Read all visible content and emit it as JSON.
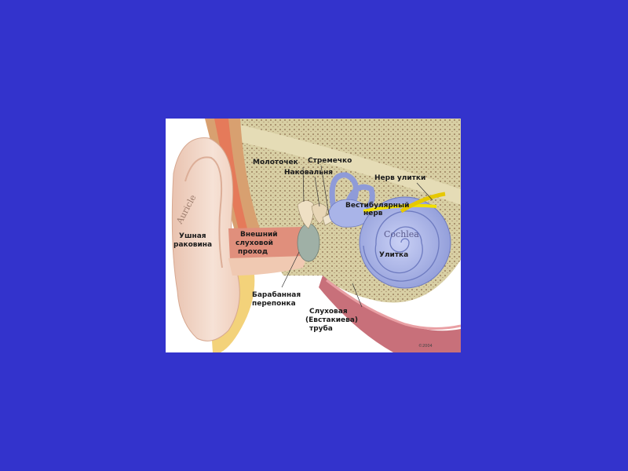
{
  "diagram": {
    "labels": {
      "malleus": "Молоточек",
      "stapes": "Стремечко",
      "incus": "Наковальня",
      "cochlear_nerve": "Нерв улитки",
      "vestibular_nerve_line1": "Вестибулярный",
      "vestibular_nerve_line2": "нерв",
      "auricle_ru_line1": "Ушная",
      "auricle_ru_line2": "раковина",
      "ear_canal_line1": "Внешний",
      "ear_canal_line2": "слуховой",
      "ear_canal_line3": "проход",
      "cochlea_ru": "Улитка",
      "eardrum_line1": "Барабанная",
      "eardrum_line2": "перепонка",
      "eustachian_line1": "Слуховая",
      "eustachian_line2": "(Евстакиева)",
      "eustachian_line3": "труба"
    },
    "latin": {
      "auricle": "Auricle",
      "cochlea": "Cochlea"
    },
    "signature": "©2004"
  },
  "colors": {
    "background": "#3333cc",
    "cochlea": "#a9b4e8",
    "skin": "#f1d6c6",
    "bone": "#dcd2a8",
    "canal": "#d98c7a",
    "nerve": "#f2e000"
  }
}
